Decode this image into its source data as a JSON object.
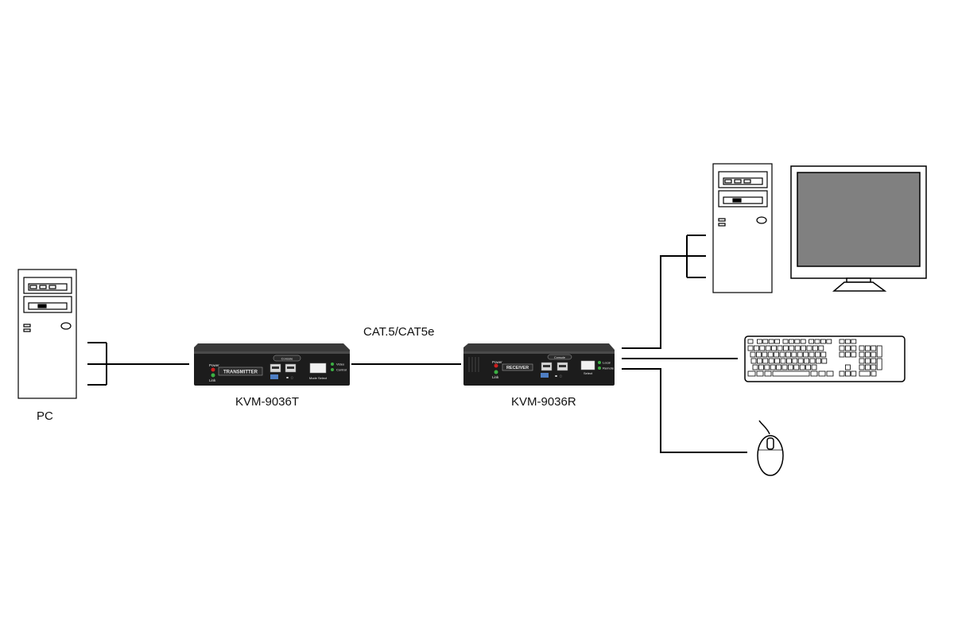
{
  "labels": {
    "pc": "PC",
    "transmitter_model": "KVM-9036T",
    "receiver_model": "KVM-9036R",
    "cable": "CAT.5/CAT5e"
  },
  "transmitter": {
    "panel_label": "TRANSMITTER",
    "power": "Power",
    "link": "Link",
    "console": "Console",
    "mode_select": "Mode Select",
    "video": "Video",
    "control": "Control"
  },
  "receiver": {
    "panel_label": "RECEIVER",
    "power": "Power",
    "link": "Link",
    "console": "Console",
    "select": "Select",
    "local": "Local",
    "remote": "Remote"
  },
  "colors": {
    "device_body": "#1c1c1c",
    "led_power": "#cc2020",
    "led_link": "#3cb043",
    "monitor_screen": "#808080",
    "line": "#000000"
  }
}
